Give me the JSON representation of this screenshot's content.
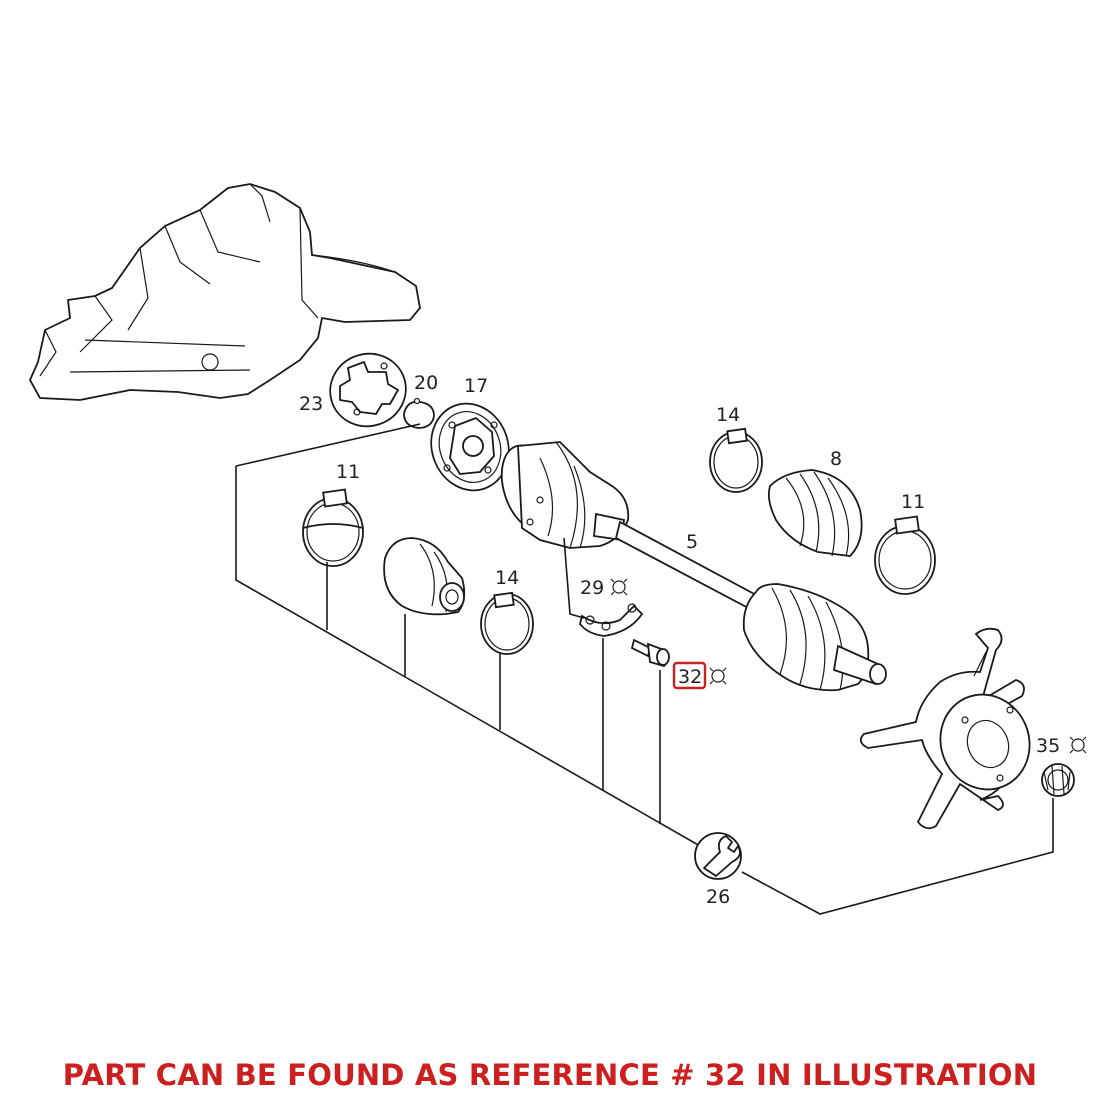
{
  "diagram": {
    "labels": {
      "p5": "5",
      "p8": "8",
      "p11a": "11",
      "p11b": "11",
      "p14a": "14",
      "p14b": "14",
      "p17": "17",
      "p20": "20",
      "p23": "23",
      "p26": "26",
      "p29": "29",
      "p32": "32",
      "p35": "35"
    },
    "highlight_reference": "32",
    "colors": {
      "highlight": "#cc1f1f",
      "line": "#1a1a1a"
    },
    "icons": {
      "alternate_part": "circle-with-tabs-icon",
      "tool": "wrench-icon"
    }
  },
  "caption": {
    "text": "PART CAN BE FOUND AS REFERENCE # 32 IN ILLUSTRATION",
    "color": "#cc1f1f"
  }
}
